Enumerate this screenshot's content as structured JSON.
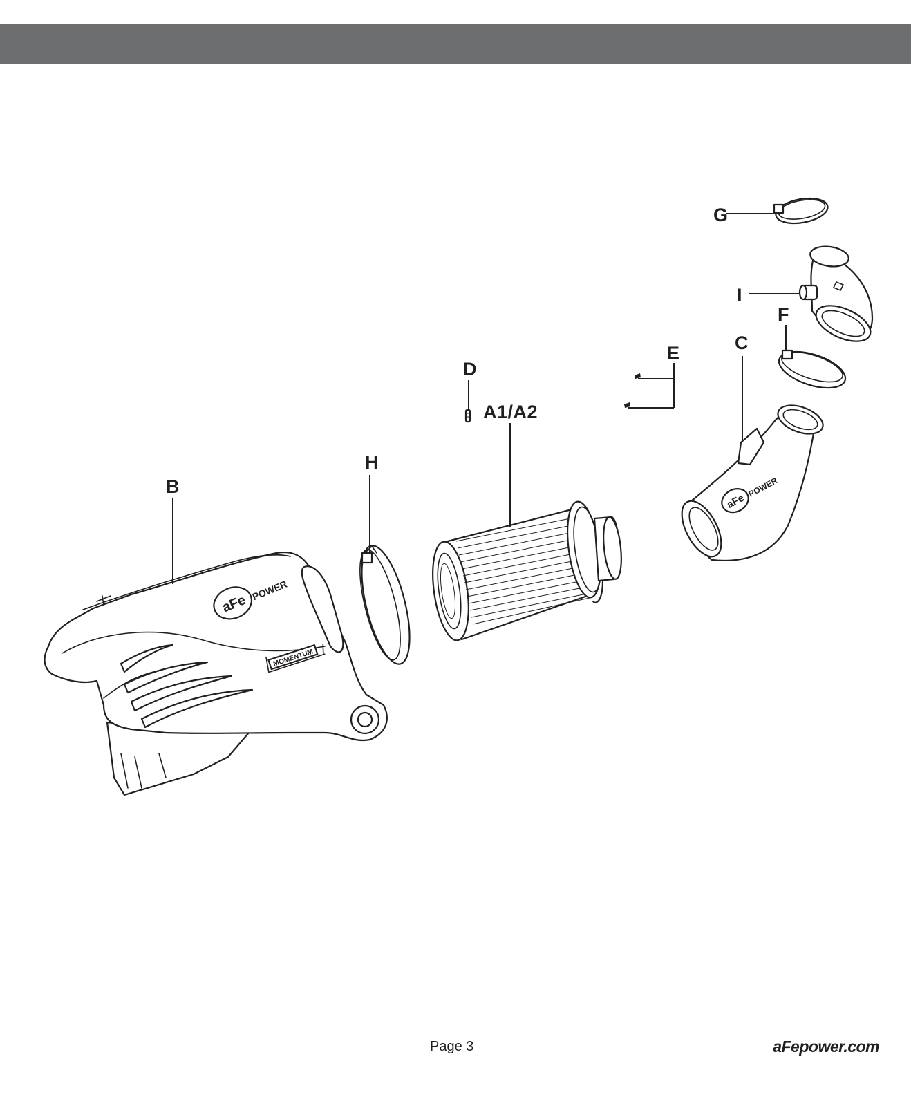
{
  "header": {
    "band_color": "#6d6e70"
  },
  "callouts": {
    "G": "G",
    "I": "I",
    "F": "F",
    "C": "C",
    "E": "E",
    "D": "D",
    "A": "A1/A2",
    "H": "H",
    "B": "B"
  },
  "part_text": {
    "logo_brand": "aFe",
    "logo_power": "POWER",
    "momentum": "MOMENTUM"
  },
  "footer": {
    "page": "Page 3",
    "url": "aFepower.com"
  }
}
